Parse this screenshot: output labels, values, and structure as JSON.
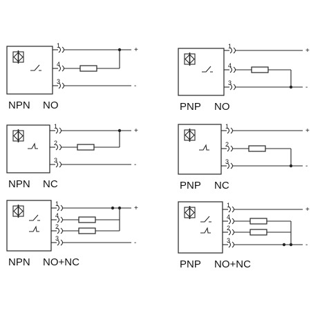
{
  "colors": {
    "line": "#222222",
    "text": "#111111",
    "background": "#ffffff"
  },
  "diagrams": [
    {
      "type": "NPN",
      "output": "NO",
      "pins": [
        "1",
        "4",
        "3"
      ],
      "plus": "+",
      "minus": "-"
    },
    {
      "type": "PNP",
      "output": "NO",
      "pins": [
        "1",
        "4",
        "3"
      ],
      "plus": "+",
      "minus": "-"
    },
    {
      "type": "NPN",
      "output": "NC",
      "pins": [
        "1",
        "2",
        "3"
      ],
      "plus": "+",
      "minus": "-"
    },
    {
      "type": "PNP",
      "output": "NC",
      "pins": [
        "1",
        "2",
        "3"
      ],
      "plus": "+",
      "minus": "-"
    },
    {
      "type": "NPN",
      "output": "NO+NC",
      "pins": [
        "1",
        "4",
        "2",
        "3"
      ],
      "plus": "+",
      "minus": "-"
    },
    {
      "type": "PNP",
      "output": "NO+NC",
      "pins": [
        "1",
        "4",
        "2",
        "3"
      ],
      "plus": "+",
      "minus": "-"
    }
  ]
}
